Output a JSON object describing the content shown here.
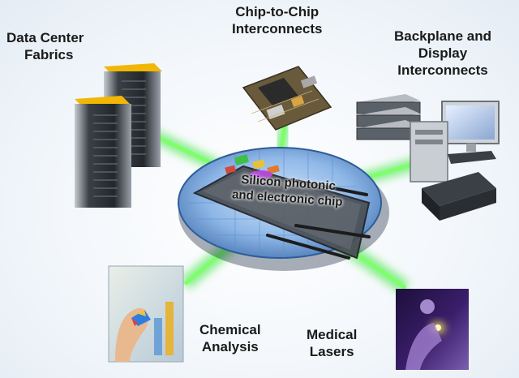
{
  "center": {
    "label_line1": "Silicon photonic",
    "label_line2": "and electronic chip"
  },
  "applications": {
    "data_center": {
      "line1": "Data Center",
      "line2": "Fabrics"
    },
    "chip_to_chip": {
      "line1": "Chip-to-Chip",
      "line2": "Interconnects"
    },
    "backplane": {
      "line1": "Backplane and",
      "line2": "Display",
      "line3": "Interconnects"
    },
    "chemical": {
      "line1": "Chemical",
      "line2": "Analysis"
    },
    "medical": {
      "line1": "Medical",
      "line2": "Lasers"
    }
  },
  "colors": {
    "beam": "#39e639",
    "wafer": "#8fb8e8",
    "chip": "#3a3a3a",
    "server_body": "#2f3439",
    "server_accent": "#f2b705"
  }
}
